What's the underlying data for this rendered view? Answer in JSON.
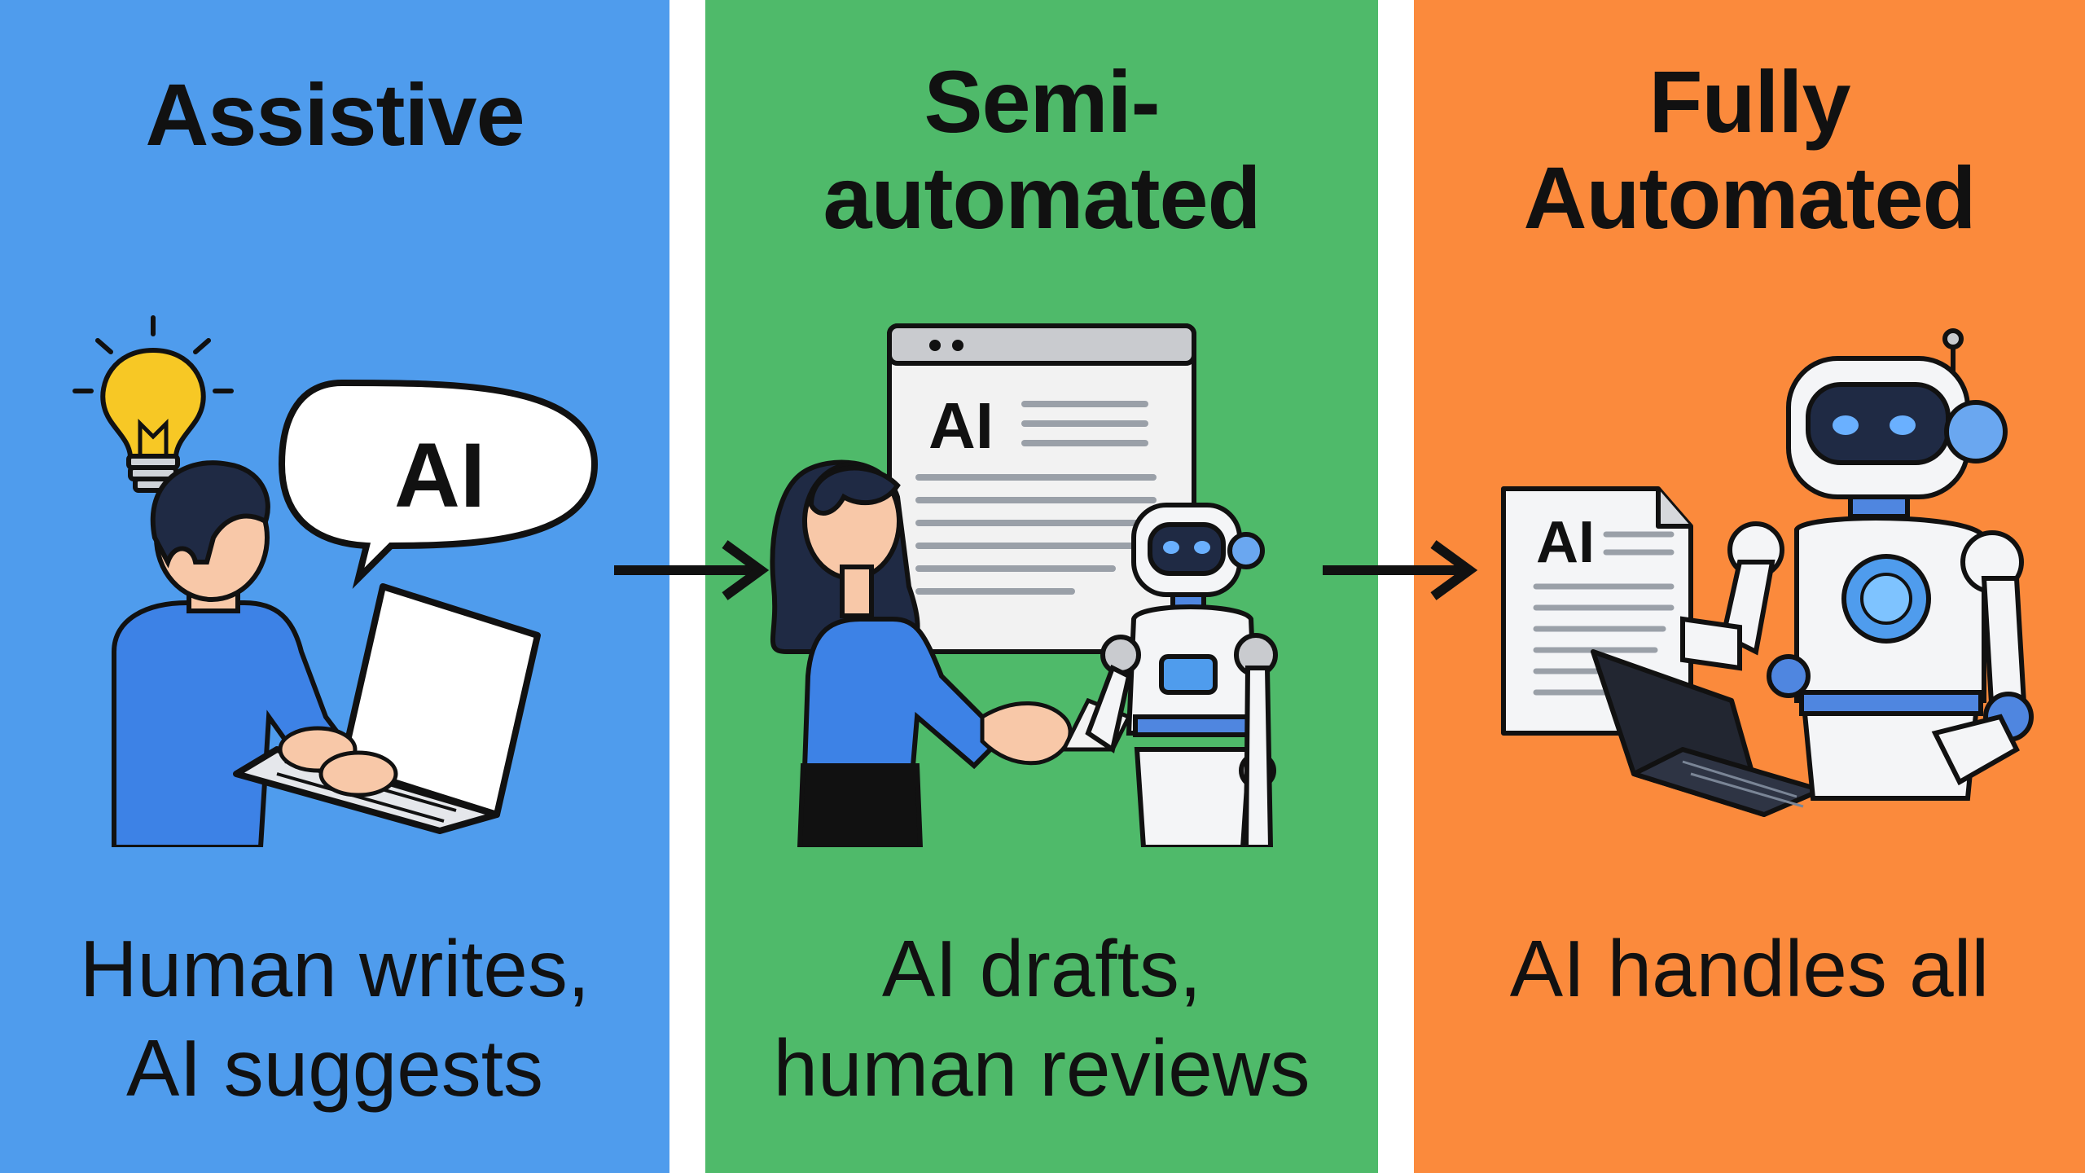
{
  "panels": [
    {
      "title": "Assistive",
      "caption": "Human writes,\nAI suggests",
      "bubble_text": "AI",
      "color": "#4f9ced"
    },
    {
      "title": "Semi-\nautomated",
      "caption": "AI drafts,\nhuman reviews",
      "document_text": "AI",
      "color": "#4fba6a"
    },
    {
      "title": "Fully\nAutomated",
      "caption": "AI handles all",
      "document_text": "AI",
      "color": "#fb8a3c"
    }
  ],
  "icons": {
    "panel1": [
      "lightbulb-icon",
      "speech-bubble-icon",
      "person-icon",
      "laptop-icon"
    ],
    "panel2": [
      "browser-window-icon",
      "person-icon",
      "handshake-icon",
      "robot-icon"
    ],
    "panel3": [
      "document-icon",
      "robot-icon",
      "laptop-icon"
    ],
    "connectors": [
      "arrow-right-icon",
      "arrow-right-icon"
    ]
  }
}
